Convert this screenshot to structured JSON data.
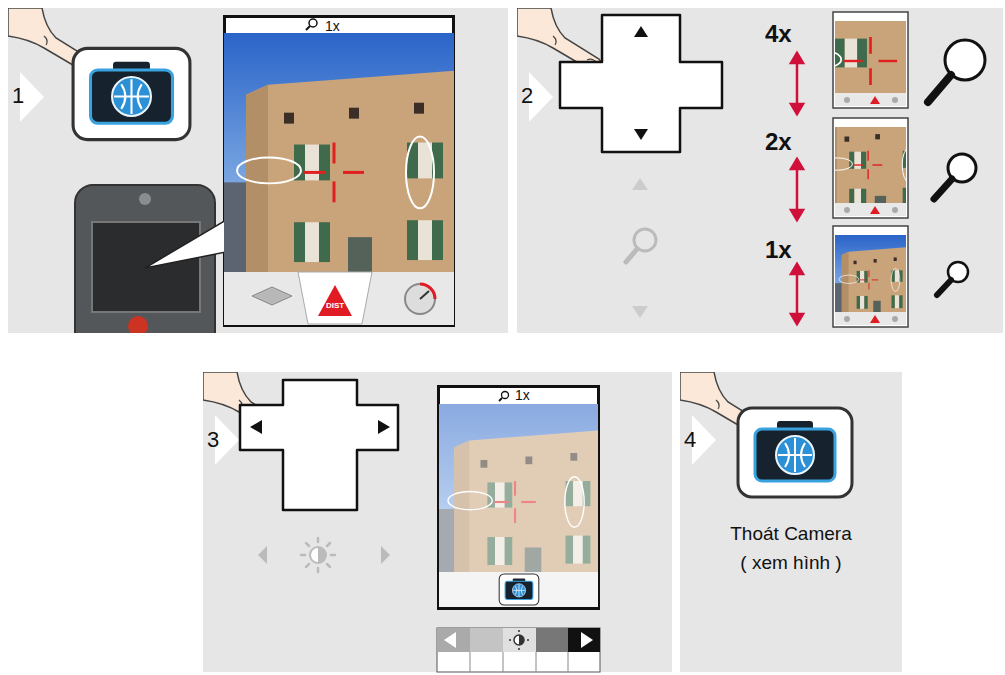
{
  "diagram": {
    "nodes": [
      {
        "text": [
          "1"
        ]
      },
      {
        "text": [
          "1x"
        ],
        "in": 0
      },
      {
        "text": [
          "2"
        ]
      },
      {
        "text": [
          "3"
        ]
      },
      {
        "text": [
          "1x"
        ],
        "in": 3
      },
      {
        "text": [
          "4",
          "Thoát Camera ( xem hình )"
        ]
      }
    ],
    "labels": [
      "DIST",
      "4x",
      "2x",
      "1x"
    ]
  }
}
